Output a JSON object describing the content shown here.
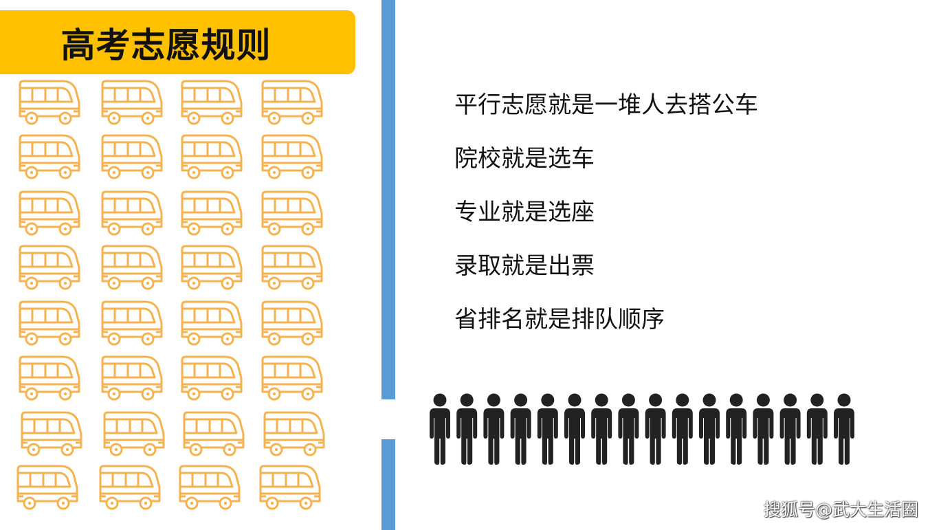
{
  "title": "高考志愿规则",
  "rules": [
    "平行志愿就是一堆人去搭公车",
    "院校就是选车",
    "专业就是选座",
    "录取就是出票",
    "省排名就是排队顺序"
  ],
  "watermark": "搜狐号@武大生活圈",
  "colors": {
    "banner": "#ffc000",
    "bus_outline": "#f4b350",
    "divider": "#5b9bd5",
    "person": "#222222"
  },
  "icons": {
    "bus": "bus-icon",
    "person": "person-icon"
  }
}
